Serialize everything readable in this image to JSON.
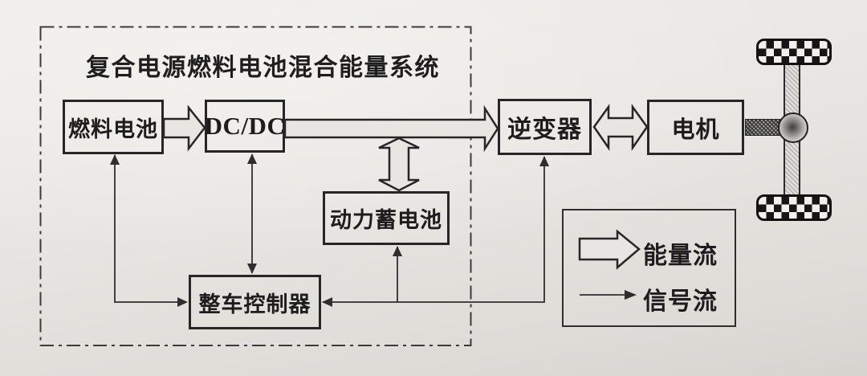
{
  "diagram": {
    "title": "复合电源燃料电池混合能量系统",
    "nodes": {
      "fuel_cell": {
        "label": "燃料电池"
      },
      "dc_dc": {
        "label": "DC/DC"
      },
      "inverter": {
        "label": "逆变器"
      },
      "motor": {
        "label": "电机"
      },
      "battery": {
        "label": "动力蓄电池"
      },
      "controller": {
        "label": "整车控制器"
      }
    },
    "legend": {
      "energy": {
        "label": "能量流"
      },
      "signal": {
        "label": "信号流"
      }
    },
    "edges": [
      {
        "from": "fuel_cell",
        "to": "dc_dc",
        "type": "energy"
      },
      {
        "from": "dc_dc",
        "to": "inverter",
        "type": "energy"
      },
      {
        "from": "dc_bus",
        "to": "battery",
        "type": "energy",
        "bidirectional": true
      },
      {
        "from": "inverter",
        "to": "motor",
        "type": "energy",
        "bidirectional": true
      },
      {
        "from": "motor",
        "to": "axle",
        "type": "mechanical"
      },
      {
        "from": "fuel_cell",
        "to": "controller",
        "type": "signal",
        "bidirectional": true
      },
      {
        "from": "dc_dc",
        "to": "controller",
        "type": "signal",
        "bidirectional": true
      },
      {
        "from": "controller",
        "to": "battery",
        "type": "signal"
      },
      {
        "from": "controller",
        "to": "inverter",
        "type": "signal",
        "bidirectional": true
      }
    ],
    "colors": {
      "paper": "#e8e6e2",
      "ink": "#262626",
      "signal_line": "#2e2e2e"
    }
  }
}
